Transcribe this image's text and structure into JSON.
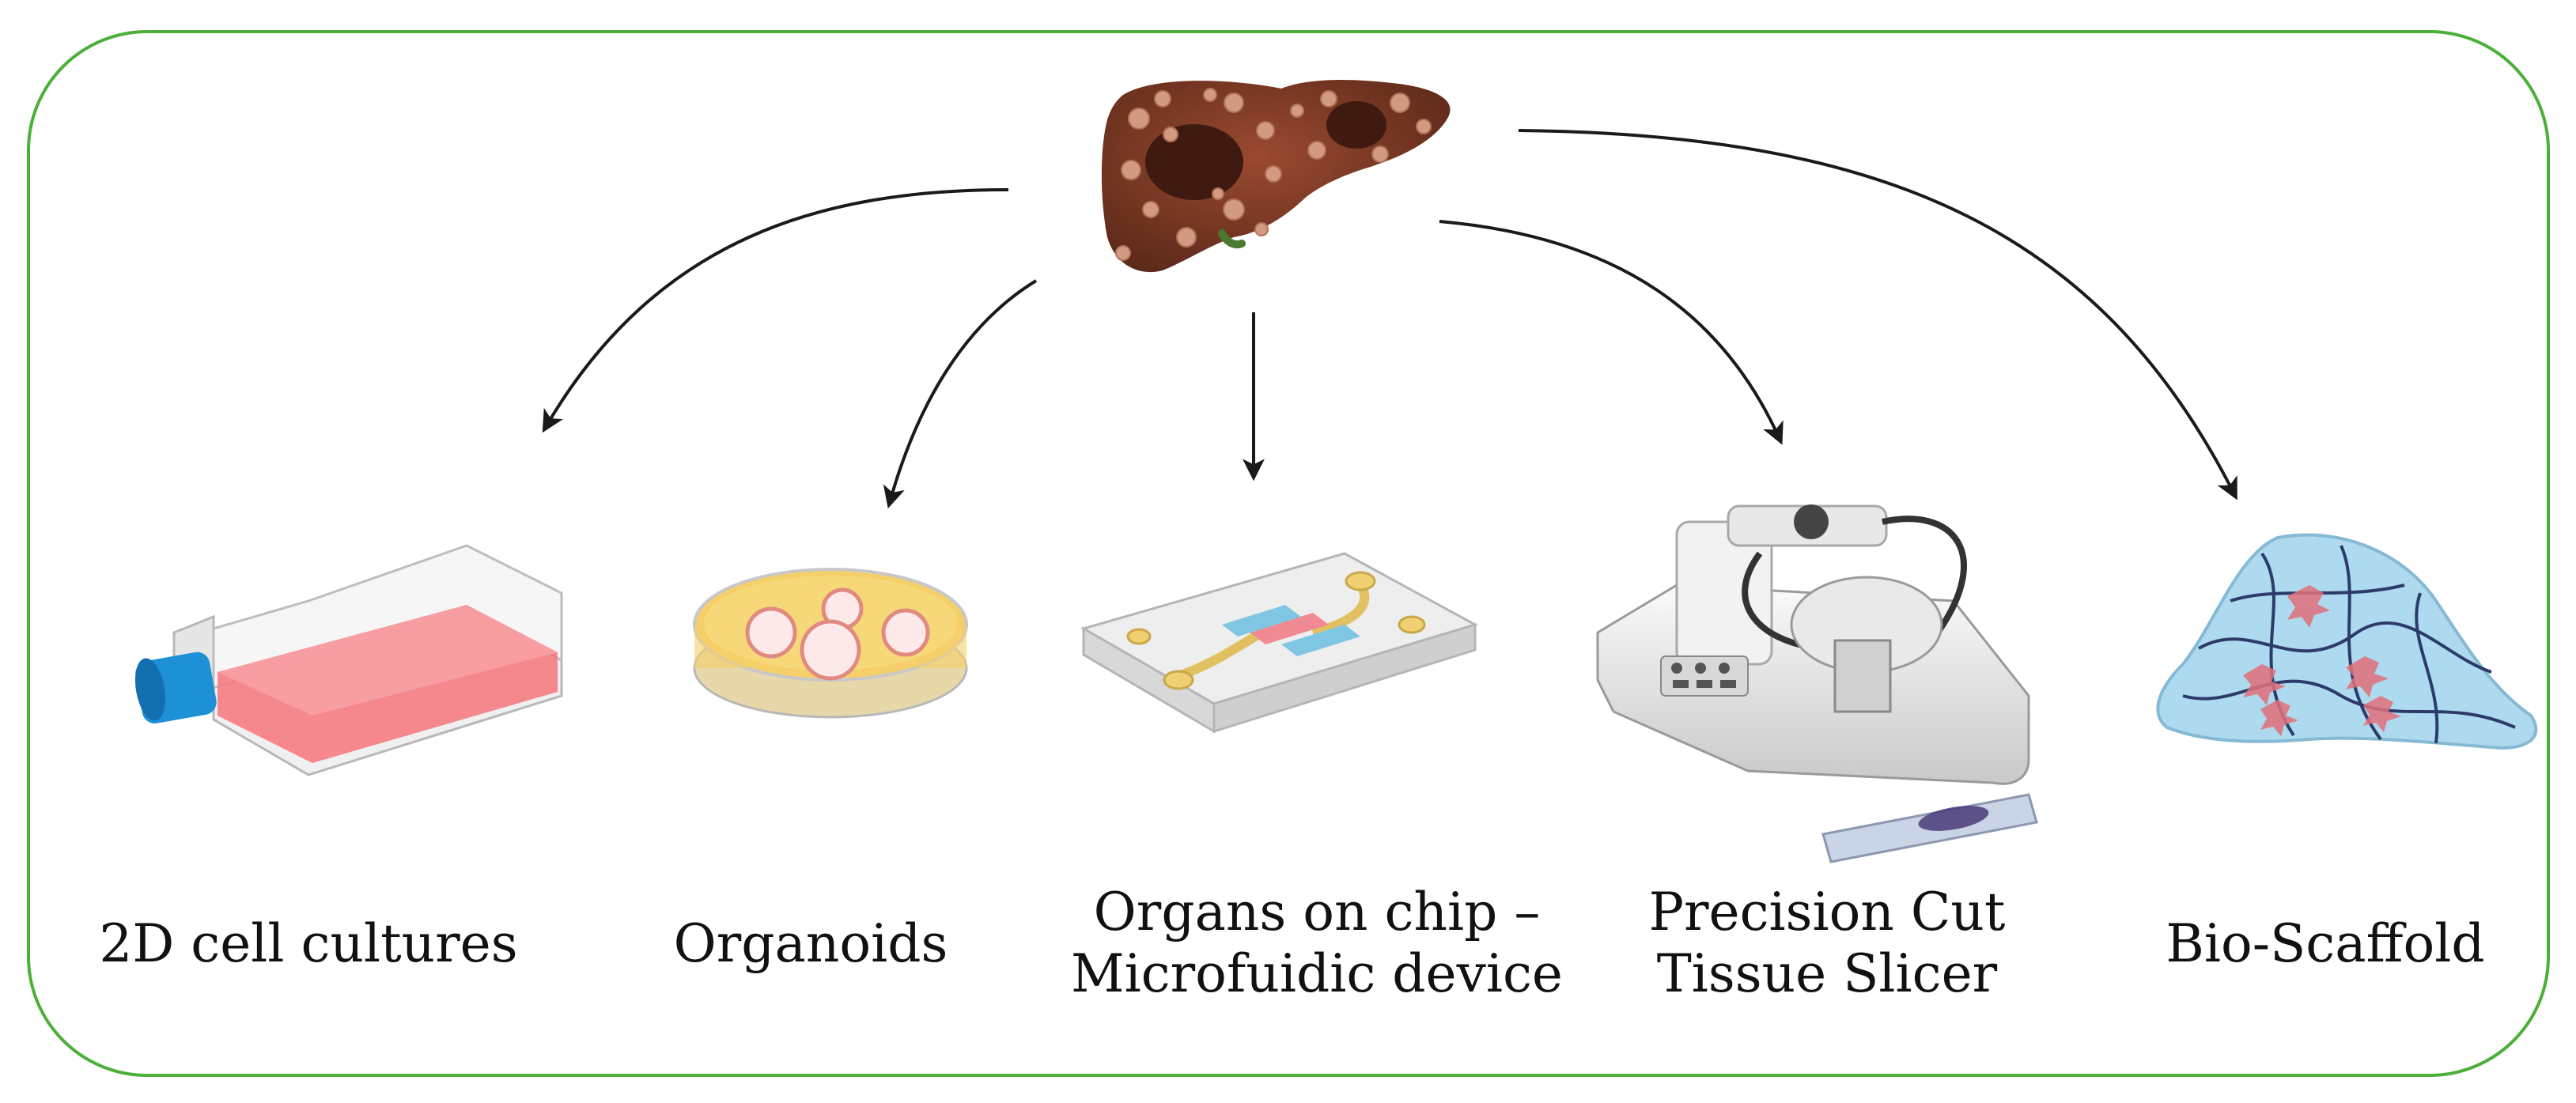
{
  "labels": {
    "cell_cultures": "2D cell cultures",
    "organoids": "Organoids",
    "organs_on_chip_line1": "Organs on chip –",
    "organs_on_chip_line2": "Microfuidic device",
    "tissue_slicer_line1": "Precision Cut",
    "tissue_slicer_line2": "Tissue Slicer",
    "bio_scaffold": "Bio-Scaffold"
  },
  "colors": {
    "frame_border": "#4caf3a",
    "arrow": "#1a1a1a",
    "liver": "#7a3a26",
    "flask_medium": "#f47c82",
    "flask_cap": "#1e90d6",
    "petri_medium": "#f5cf6a",
    "chip_channel_red": "#f08a93",
    "chip_channel_blue": "#7fc6e3",
    "scaffold": "#a9d9ef",
    "scaffold_cells": "#e0707a"
  },
  "icons": {
    "source": "liver-icon",
    "targets": [
      "cell-culture-flask-icon",
      "petri-dish-icon",
      "microfluidic-chip-icon",
      "tissue-slicer-icon",
      "bio-scaffold-icon"
    ]
  }
}
